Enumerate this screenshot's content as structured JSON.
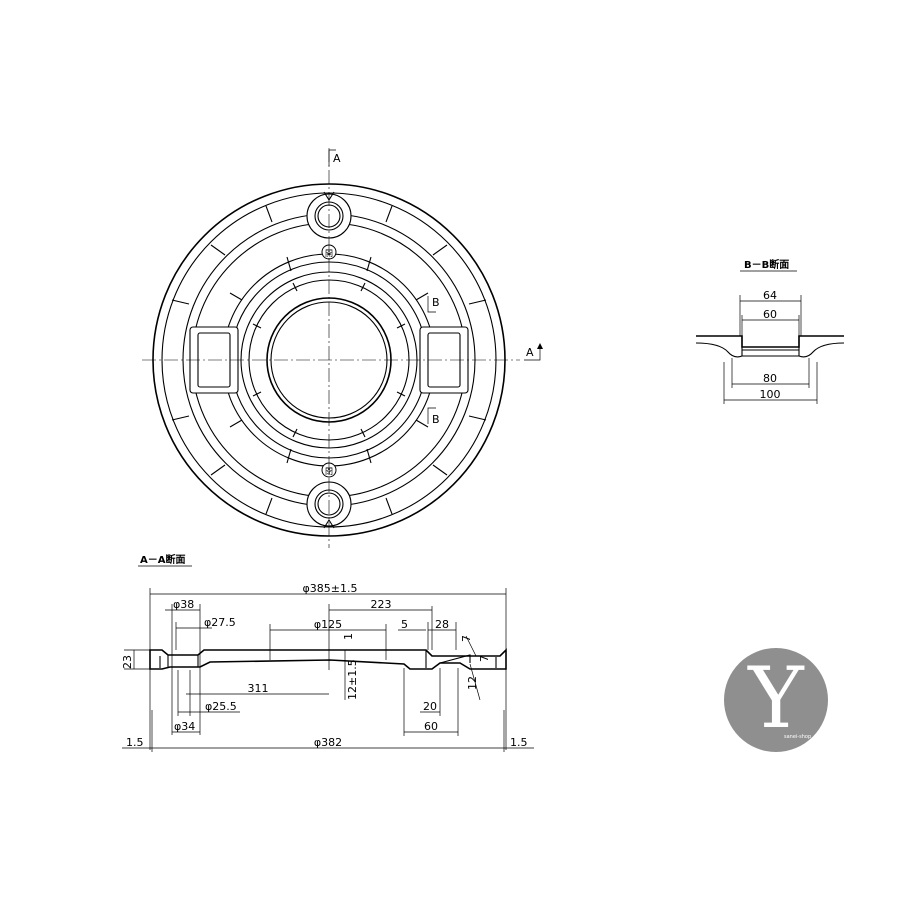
{
  "section_marks": {
    "a": "A",
    "b": "B"
  },
  "titles": {
    "aa": "A－A断面",
    "bb": "B－B断面"
  },
  "emblems": {
    "open": "開",
    "close": "閉"
  },
  "dims_bb": {
    "d64": "64",
    "d60": "60",
    "d80": "80",
    "d100": "100"
  },
  "dims_aa": {
    "d385": "φ385±1.5",
    "d223": "223",
    "d38": "φ38",
    "d27_5": "φ27.5",
    "d125": "φ125",
    "d5": "5",
    "d28": "28",
    "d7": "7",
    "d1": "1",
    "d23": "23",
    "d12": "12±1.5",
    "d31": "311",
    "d12r": "12",
    "d7r": "7",
    "d25_5": "φ25.5",
    "d20": "20",
    "d34": "φ34",
    "d60": "60",
    "d1_5l": "1.5",
    "d382": "φ382",
    "d1_5r": "1.5"
  },
  "logo": {
    "letter": "Y",
    "small": "sanei-shop"
  }
}
